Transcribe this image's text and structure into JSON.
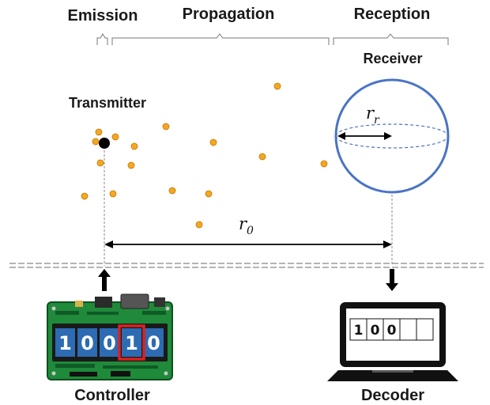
{
  "stages": {
    "emission": "Emission",
    "propagation": "Propagation",
    "reception": "Reception"
  },
  "labels": {
    "transmitter": "Transmitter",
    "receiver": "Receiver",
    "controller": "Controller",
    "decoder": "Decoder"
  },
  "math": {
    "receiver_radius": {
      "base": "r",
      "sub": "r"
    },
    "distance": {
      "base": "r",
      "sub": "0"
    }
  },
  "controller_display": {
    "digits": [
      "1",
      "0",
      "0",
      "1",
      "0"
    ],
    "highlighted_index": 3
  },
  "decoder_display": {
    "digits": [
      "1",
      "0",
      "0",
      "",
      ""
    ]
  },
  "colors": {
    "molecule": "#f5a623",
    "receiver": "#4a74c4",
    "display_cell": "#2d6bb3",
    "highlight": "#e02020",
    "board": "#1f8a3a",
    "divider": "#888888"
  }
}
